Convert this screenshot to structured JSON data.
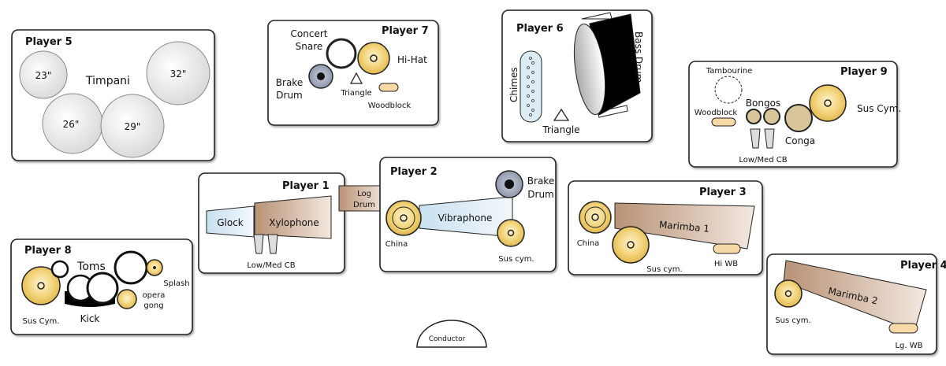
{
  "players": {
    "p5": {
      "title": "Player 5",
      "instrument": "Timpani",
      "sizes": [
        "23\"",
        "26\"",
        "29\"",
        "32\""
      ]
    },
    "p7": {
      "title": "Player 7",
      "snare": [
        "Concert",
        "Snare"
      ],
      "hihat": "Hi-Hat",
      "brake": [
        "Brake",
        "Drum"
      ],
      "triangle": "Triangle",
      "woodblock": "Woodblock"
    },
    "p6": {
      "title": "Player 6",
      "chimes": "Chimes",
      "bass_drum": "Bass Drum",
      "triangle": "Triangle"
    },
    "p9": {
      "title": "Player 9",
      "tambourine": "Tambourine",
      "woodblock": "Woodblock",
      "bongos": "Bongos",
      "conga": "Conga",
      "sus_cym": "Sus Cym.",
      "cowbells": "Low/Med CB"
    },
    "p1": {
      "title": "Player 1",
      "glock": "Glock",
      "xylophone": "Xylophone",
      "cowbells": "Low/Med CB",
      "log_drum": [
        "Log",
        "Drum"
      ]
    },
    "p2": {
      "title": "Player 2",
      "china": "China",
      "vibraphone": "Vibraphone",
      "brake": [
        "Brake",
        "Drum"
      ],
      "sus_cym": "Sus cym."
    },
    "p3": {
      "title": "Player 3",
      "china": "China",
      "marimba": "Marimba 1",
      "sus_cym": "Sus cym.",
      "wb": "Hi WB"
    },
    "p8": {
      "title": "Player 8",
      "sus_cym": "Sus Cym.",
      "toms": "Toms",
      "kick": "Kick",
      "splash": "Splash",
      "gong": [
        "opera",
        "gong"
      ]
    },
    "p4": {
      "title": "Player 4",
      "marimba": "Marimba 2",
      "sus_cym": "Sus cym.",
      "wb": "Lg. WB"
    }
  },
  "conductor": "Conductor",
  "colors": {
    "cymbal": "#f0cf6e",
    "wood": "#f7d9a8",
    "blue": "#dcecf5",
    "tan": "#c9a88a",
    "brake": "#9aa3b5"
  }
}
